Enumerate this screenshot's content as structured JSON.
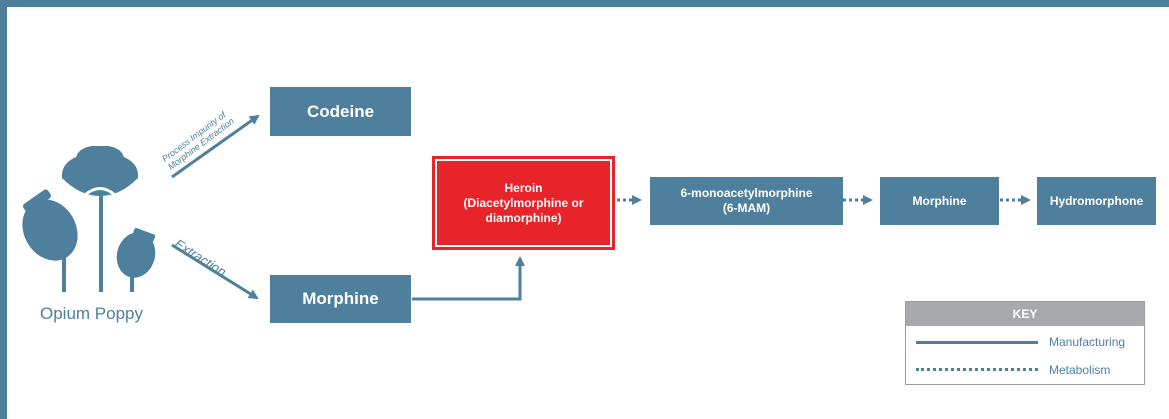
{
  "diagram": {
    "source": {
      "label": "Opium Poppy"
    },
    "nodes": {
      "codeine": "Codeine",
      "morphine_source": "Morphine",
      "heroin_line1": "Heroin",
      "heroin_line2": "(Diacetylmorphine or",
      "heroin_line3": "diamorphine)",
      "mam_line1": "6-monoacetylmorphine",
      "mam_line2": "(6-MAM)",
      "morphine_metabolite": "Morphine",
      "hydromorphone": "Hydromorphone"
    },
    "edge_labels": {
      "codeine_line1": "Process Impurity of",
      "codeine_line2": "Morphine Extraction",
      "extraction": "Extraction"
    },
    "key": {
      "title": "KEY",
      "manufacturing": "Manufacturing",
      "metabolism": "Metabolism"
    }
  },
  "colors": {
    "primary": "#4e809e",
    "heroin": "#e8242b",
    "key_header": "#a8a9ac"
  }
}
